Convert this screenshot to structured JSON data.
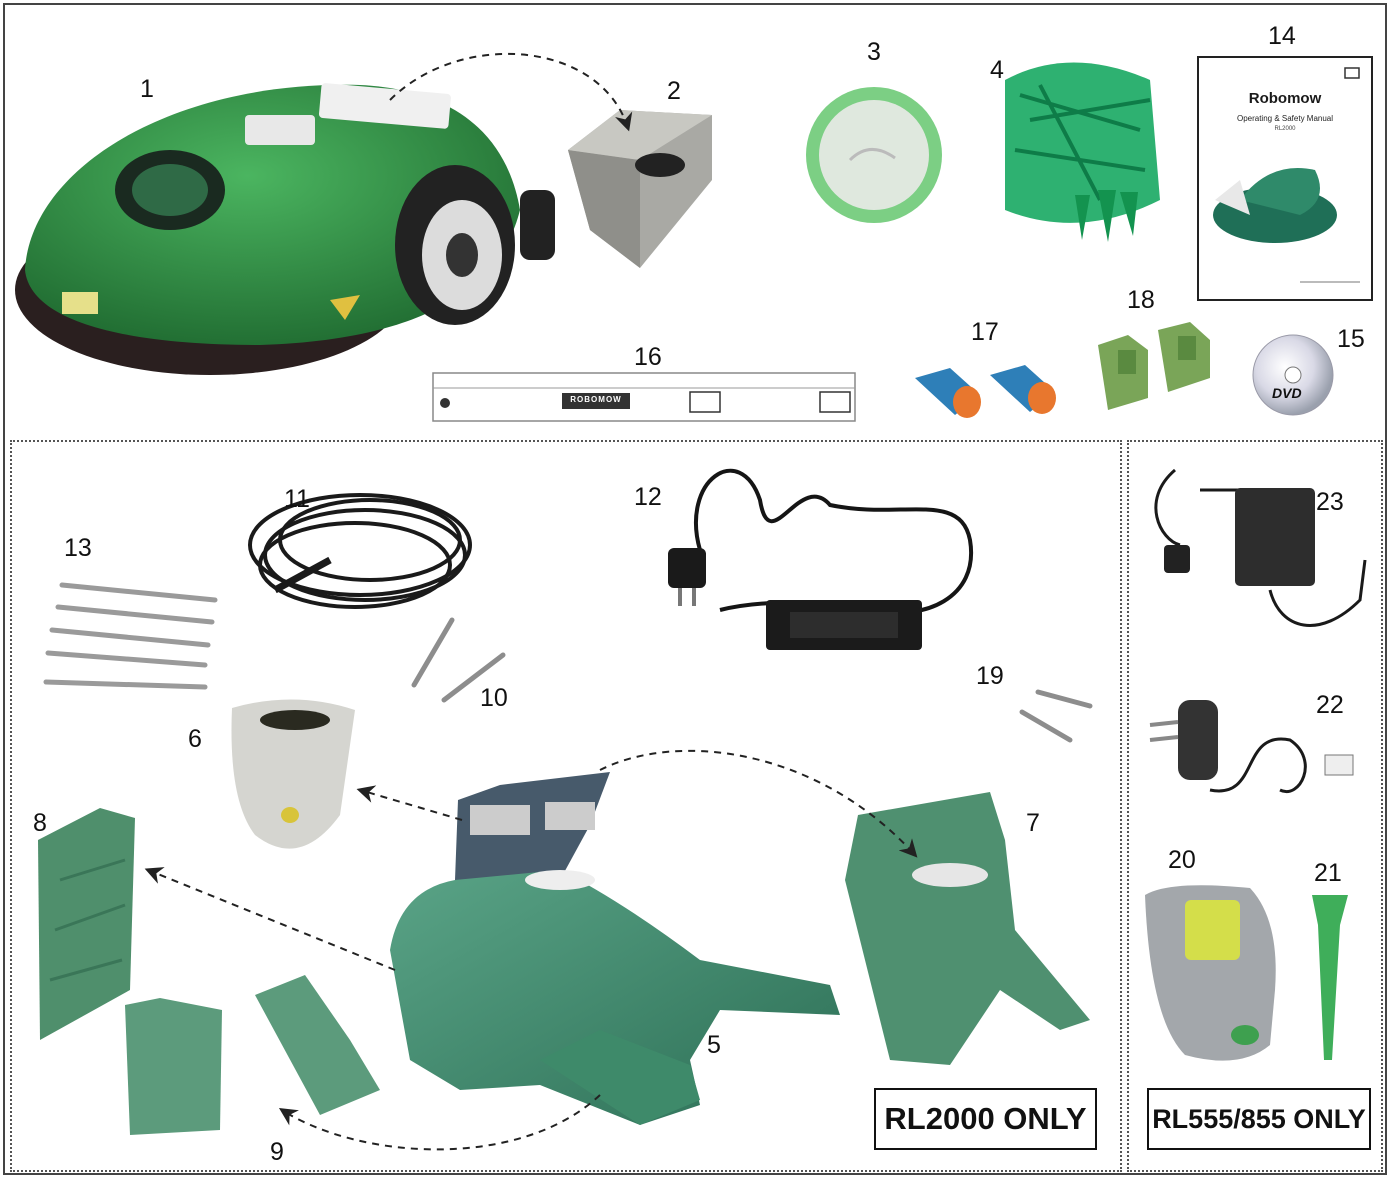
{
  "parts": [
    {
      "id": "mower",
      "number": "1"
    },
    {
      "id": "battery",
      "number": "2"
    },
    {
      "id": "wire-spool",
      "number": "3"
    },
    {
      "id": "pegs-bag",
      "number": "4"
    },
    {
      "id": "base-station",
      "number": "5"
    },
    {
      "id": "front-cover",
      "number": "6"
    },
    {
      "id": "rear-cover",
      "number": "7"
    },
    {
      "id": "side-cover",
      "number": "8"
    },
    {
      "id": "base-feet",
      "number": "9"
    },
    {
      "id": "small-screws",
      "number": "10"
    },
    {
      "id": "extension-cable",
      "number": "11"
    },
    {
      "id": "power-supply",
      "number": "12"
    },
    {
      "id": "long-screws",
      "number": "13"
    },
    {
      "id": "manual",
      "number": "14"
    },
    {
      "id": "dvd",
      "number": "15"
    },
    {
      "id": "ruler",
      "number": "16"
    },
    {
      "id": "wire-connectors",
      "number": "17"
    },
    {
      "id": "plug-connectors",
      "number": "18"
    },
    {
      "id": "mount-screws",
      "number": "19"
    },
    {
      "id": "perimeter-switch",
      "number": "20"
    },
    {
      "id": "switch-stake",
      "number": "21"
    },
    {
      "id": "small-charger",
      "number": "22"
    },
    {
      "id": "transformer",
      "number": "23"
    }
  ],
  "manual": {
    "brand": "Robomow",
    "title": "Operating & Safety Manual",
    "model": "RL2000"
  },
  "dvd_label": "DVD",
  "ruler": {
    "brand": "ROBOMOW"
  },
  "sections": {
    "rl2000": {
      "label": "RL2000 ONLY"
    },
    "rl555": {
      "label": "RL555/855 ONLY"
    }
  },
  "colors": {
    "mower_green": "#2f8a43",
    "base_green": "#3d8a6a",
    "peg_green": "#1fae6b",
    "connector_orange": "#e8772e",
    "connector_blue": "#2e7fb8",
    "frame": "#444444"
  }
}
